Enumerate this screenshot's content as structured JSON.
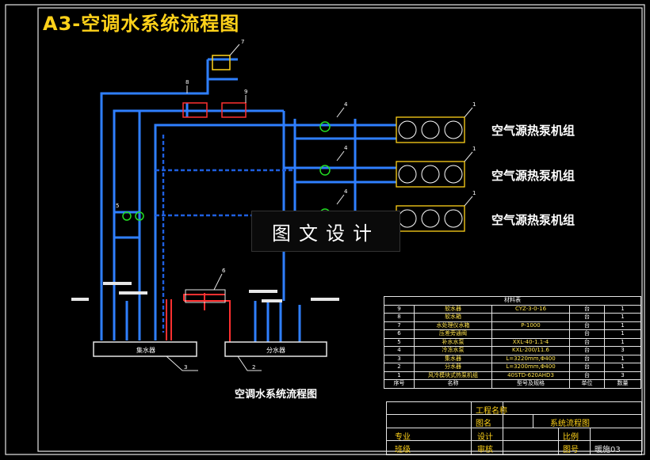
{
  "title": "A3-空调水系统流程图",
  "units": [
    {
      "label": "空气源热泵机组",
      "index": "1"
    },
    {
      "label": "空气源热泵机组",
      "index": "1"
    },
    {
      "label": "空气源热泵机组",
      "index": "1"
    }
  ],
  "watermark": "图文设计",
  "caption": "空调水系统流程图",
  "vessels": {
    "collector": "集水器",
    "distributor": "分水器"
  },
  "part_numbers": {
    "collector": "3",
    "distributor": "2",
    "pump_left": "5",
    "pump_top": "4",
    "pump_mid": "4",
    "pump_bot": "4",
    "tank_a": "8",
    "tank_b": "9",
    "top_unit": "7",
    "expansion": "6"
  },
  "parts_table": {
    "caption": "材料表",
    "rows": [
      {
        "no": "9",
        "name": "软水器",
        "model": "CYZ-3-0-16",
        "unit": "台",
        "qty": "1"
      },
      {
        "no": "8",
        "name": "软水箱",
        "model": "",
        "unit": "台",
        "qty": "1"
      },
      {
        "no": "7",
        "name": "水处理仪水箱",
        "model": "P-1000",
        "unit": "台",
        "qty": "1"
      },
      {
        "no": "6",
        "name": "压差旁通阀",
        "model": "",
        "unit": "台",
        "qty": "1"
      },
      {
        "no": "5",
        "name": "补水水泵",
        "model": "XXL-40-1.1-4",
        "unit": "台",
        "qty": "1"
      },
      {
        "no": "4",
        "name": "冷冻水泵",
        "model": "KXL-200/11.6",
        "unit": "台",
        "qty": "3"
      },
      {
        "no": "3",
        "name": "集水器",
        "model": "L=3220mm,Φ400",
        "unit": "台",
        "qty": "1"
      },
      {
        "no": "2",
        "name": "分水器",
        "model": "L=3200mm,Φ400",
        "unit": "台",
        "qty": "1"
      },
      {
        "no": "1",
        "name": "风冷模块式热泵机组",
        "model": "40STD-620AHD3",
        "unit": "台",
        "qty": "3"
      }
    ],
    "header": {
      "no": "序号",
      "name": "名称",
      "model": "型号及规格",
      "unit": "单位",
      "qty": "数量"
    }
  },
  "title_block": {
    "project_label": "工程名称",
    "drawing_label": "图名",
    "drawing_name": "系统流程图",
    "specialty_label": "专业",
    "design_label": "设计",
    "scale_label": "比例",
    "grade_label": "班级",
    "review_label": "审核",
    "sheet_label": "图号",
    "sheet_value": "暖施03"
  },
  "colors": {
    "pipe": "#2f7fff",
    "return": "#1e5fe0",
    "red": "#ff3030",
    "green": "#22dd22",
    "yellow": "#ffd21a",
    "frame": "#e6e6e6"
  }
}
